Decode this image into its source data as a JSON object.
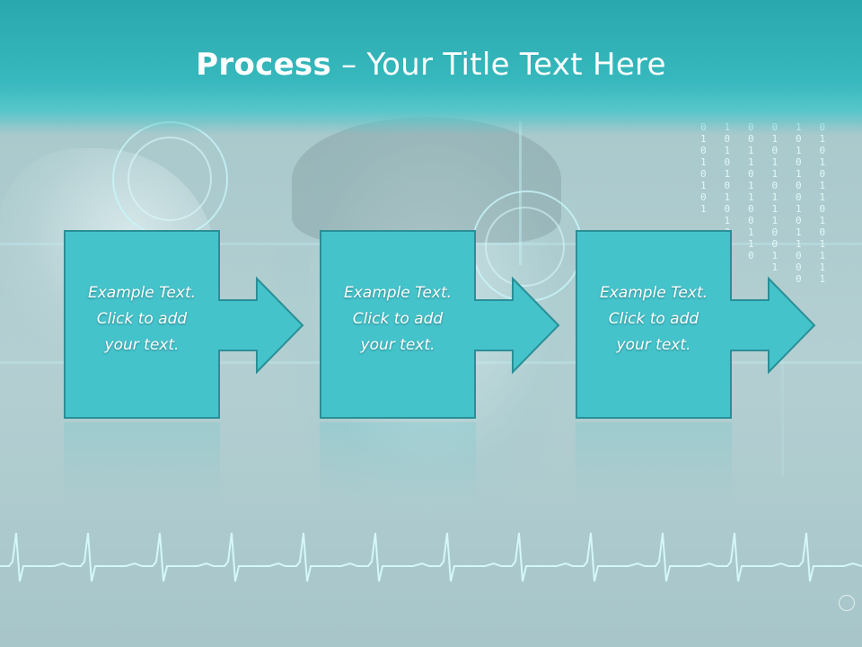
{
  "slide": {
    "title_bold": "Process",
    "title_dash": " – ",
    "title_rest": "Your Title Text Here"
  },
  "steps": [
    {
      "line1": "Example Text.",
      "line2": "Click  to add",
      "line3": "your text."
    },
    {
      "line1": "Example Text.",
      "line2": "Click  to add",
      "line3": "your text."
    },
    {
      "line1": "Example Text.",
      "line2": "Click  to add",
      "line3": "your text."
    }
  ],
  "background": {
    "binary_rows": [
      "0   1   0   0   1   0",
      "1   0   0   1   0   1",
      "0   1   1   0   1   0",
      "1   0   1   1   0   1",
      "0   1   0   1   1   0",
      "1   0   1   0   0   1",
      "0   1   1   1   0   1",
      "1   0   0   1   1   0",
      "    1   0   1   0   1",
      "    0   1   0   1   0",
      "        1   0   1   1",
      "        0   1   0   1",
      "            1   0   1",
      "                0   1"
    ]
  },
  "colors": {
    "accent": "#45c3cb",
    "accent_border": "#2a8f96",
    "title_band": "#2aa9ad",
    "text": "#ffffff"
  }
}
